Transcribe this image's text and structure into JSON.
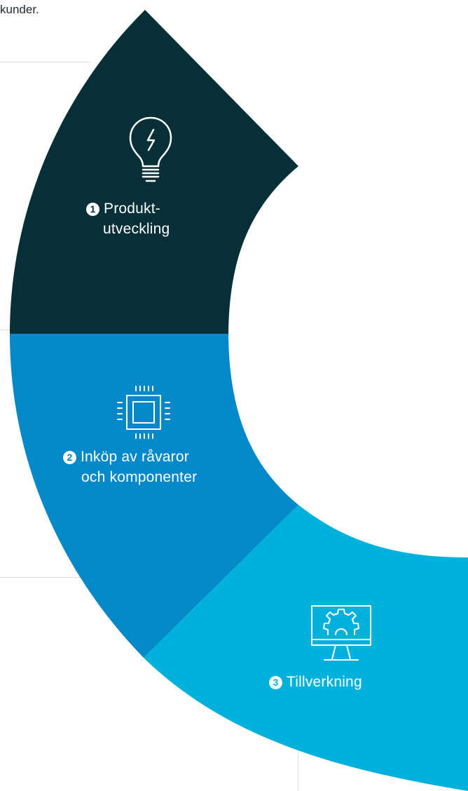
{
  "intro": {
    "text": "kunder."
  },
  "colors": {
    "segment_1": "#062f38",
    "segment_2": "#0389c9",
    "segment_3": "#00b1dc",
    "label": "#ffffff",
    "guide_lines": "#d9dcde"
  },
  "segments": [
    {
      "number": "1",
      "label_lines": [
        "Produkt-",
        "utveckling"
      ],
      "icon": "lightbulb-icon"
    },
    {
      "number": "2",
      "label_lines": [
        "Inköp av råvaror",
        "och komponenter"
      ],
      "icon": "microchip-icon"
    },
    {
      "number": "3",
      "label_lines": [
        "Tillverkning"
      ],
      "icon": "monitor-gear-icon"
    }
  ]
}
